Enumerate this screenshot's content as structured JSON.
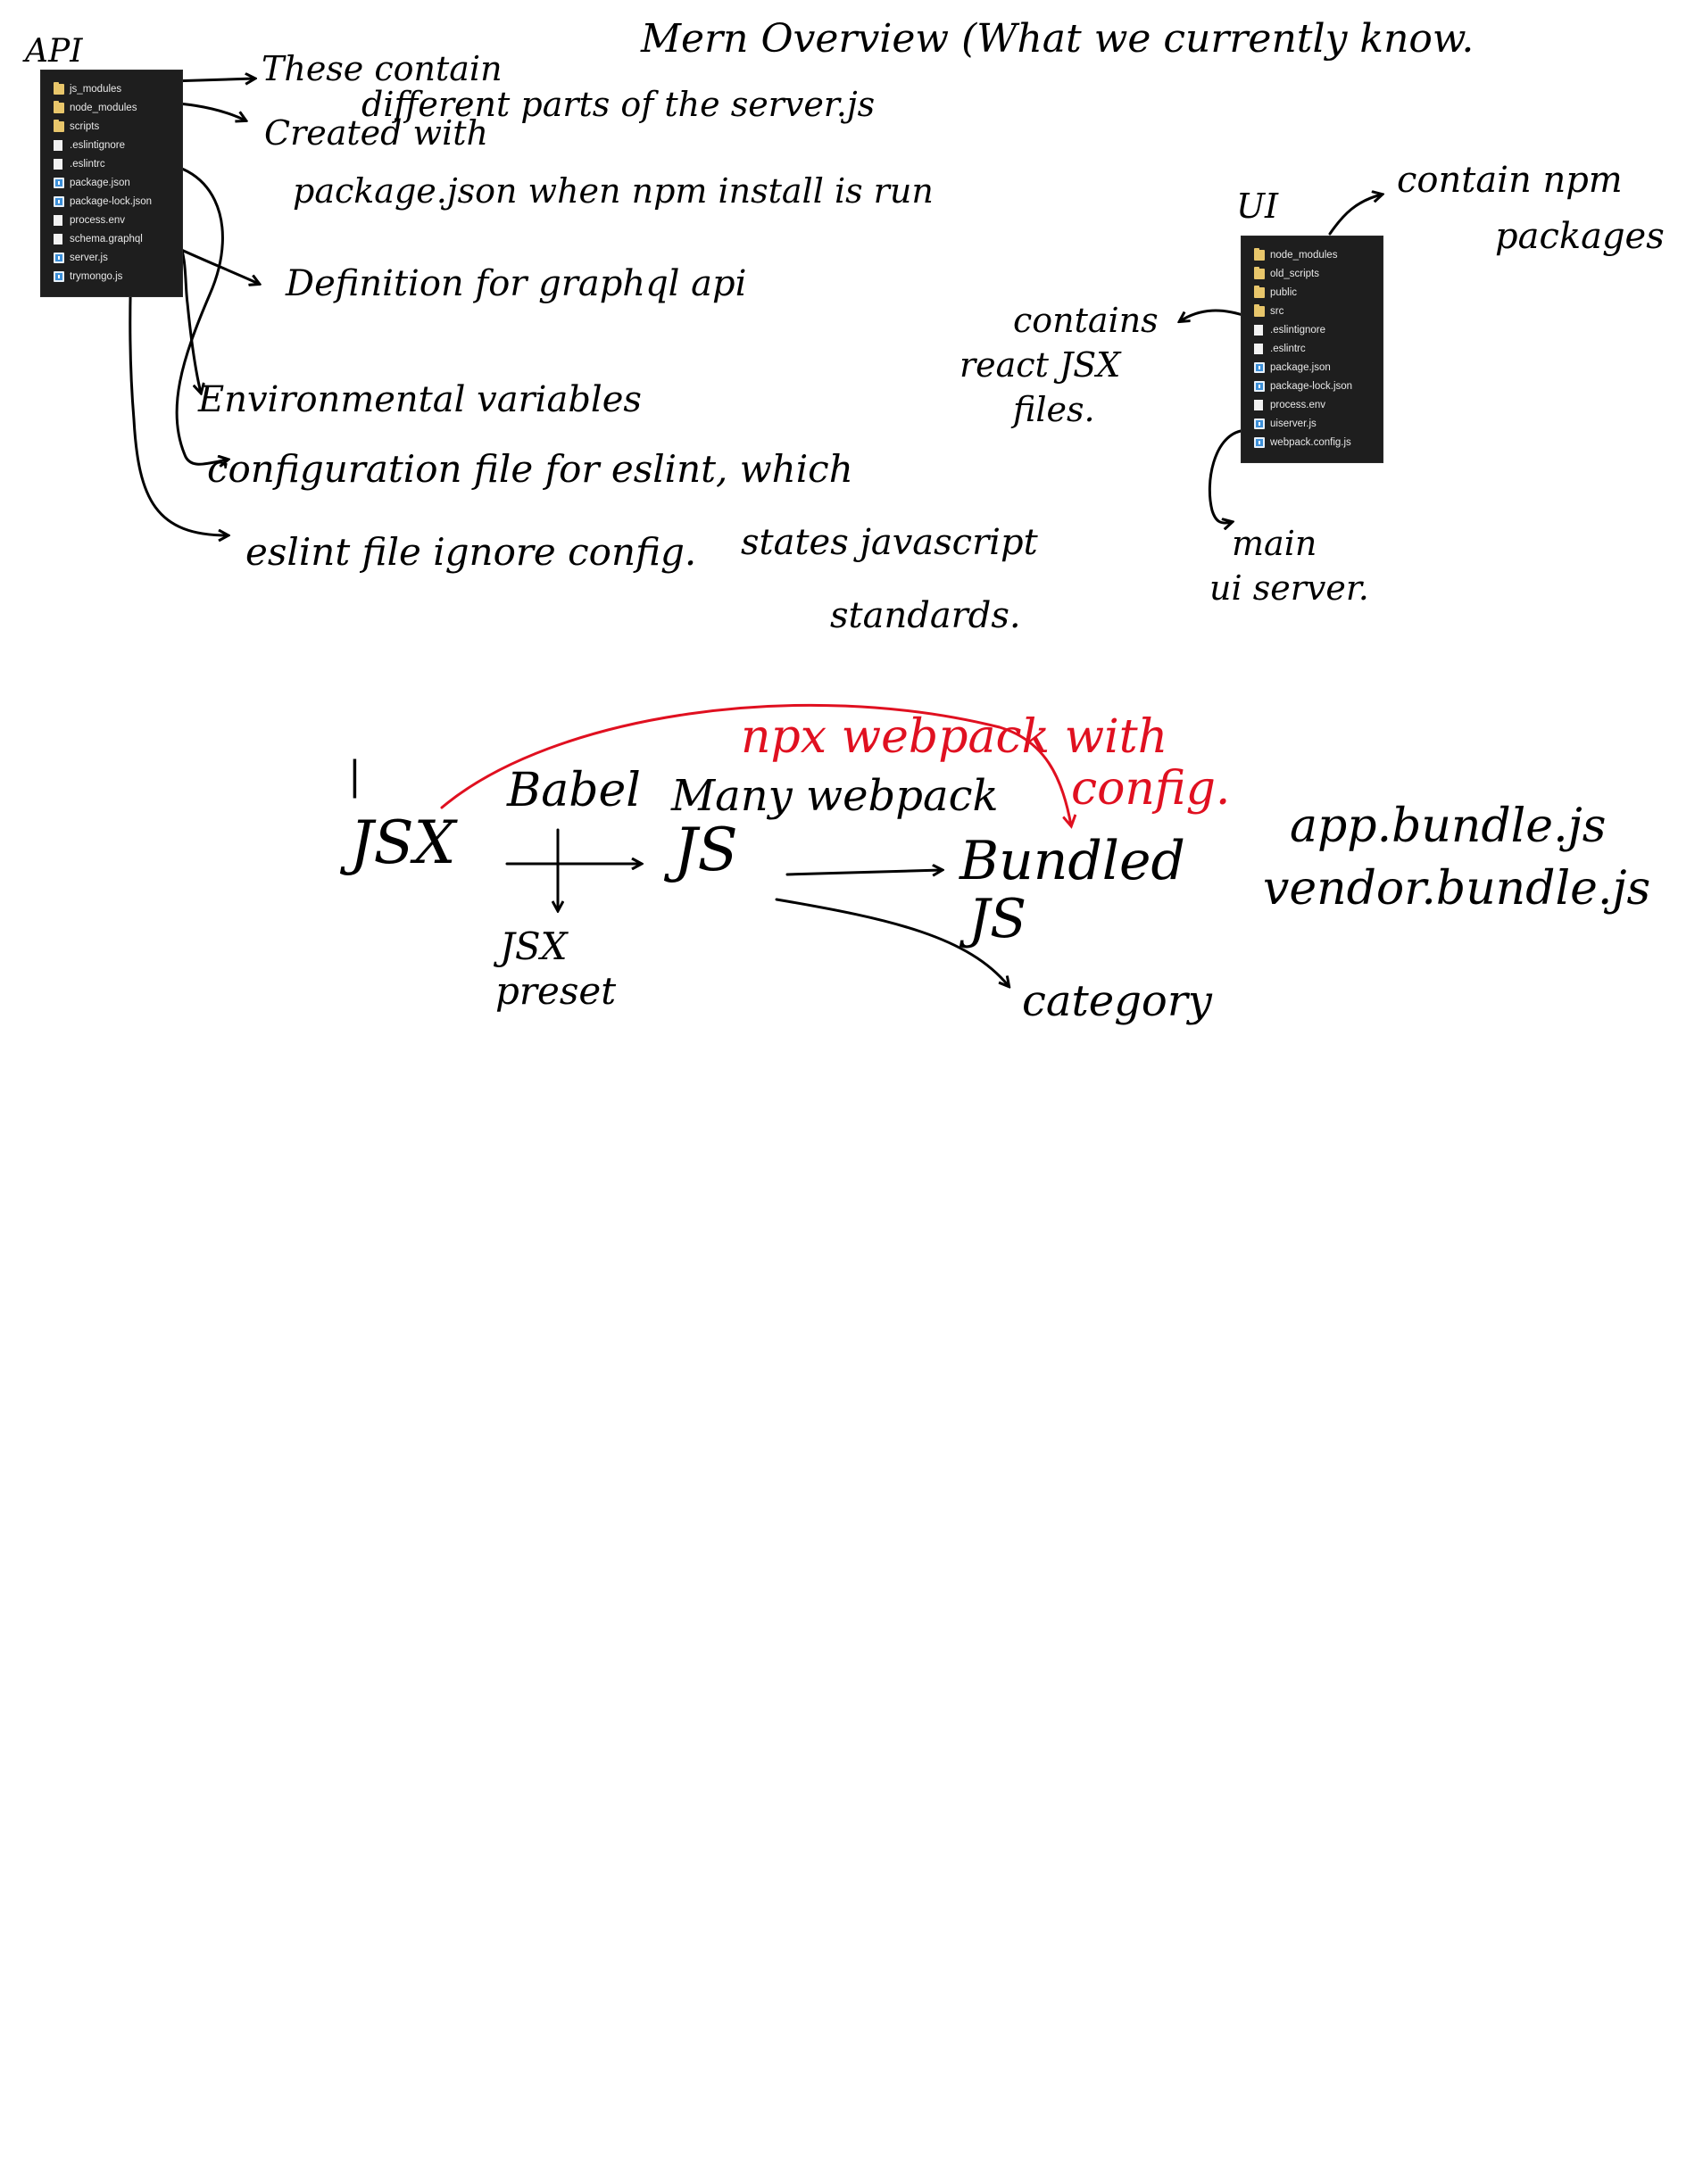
{
  "title": "Mern Overview (What we currently know.",
  "api": {
    "label": "API",
    "files": [
      {
        "name": "js_modules",
        "icon": "folder-icon"
      },
      {
        "name": "node_modules",
        "icon": "folder-icon"
      },
      {
        "name": "scripts",
        "icon": "folder-icon"
      },
      {
        "name": ".eslintignore",
        "icon": "file-icon"
      },
      {
        "name": ".eslintrc",
        "icon": "file-icon"
      },
      {
        "name": "package.json",
        "icon": "js-file-icon"
      },
      {
        "name": "package-lock.json",
        "icon": "js-file-icon"
      },
      {
        "name": "process.env",
        "icon": "file-icon"
      },
      {
        "name": "schema.graphql",
        "icon": "file-icon"
      },
      {
        "name": "server.js",
        "icon": "js-file-icon"
      },
      {
        "name": "trymongo.js",
        "icon": "js-file-icon"
      }
    ]
  },
  "ui": {
    "label": "UI",
    "files": [
      {
        "name": "node_modules",
        "icon": "folder-icon"
      },
      {
        "name": "old_scripts",
        "icon": "folder-icon"
      },
      {
        "name": "public",
        "icon": "folder-icon"
      },
      {
        "name": "src",
        "icon": "folder-icon"
      },
      {
        "name": ".eslintignore",
        "icon": "file-icon"
      },
      {
        "name": ".eslintrc",
        "icon": "file-icon"
      },
      {
        "name": "package.json",
        "icon": "js-file-icon"
      },
      {
        "name": "package-lock.json",
        "icon": "js-file-icon"
      },
      {
        "name": "process.env",
        "icon": "file-icon"
      },
      {
        "name": "uiserver.js",
        "icon": "js-file-icon"
      },
      {
        "name": "webpack.config.js",
        "icon": "js-file-icon"
      }
    ]
  },
  "notes": {
    "js_modules_1": "These contain",
    "js_modules_2": "different parts of the server.js",
    "node_modules_1": "Created with",
    "node_modules_2": "package.json when npm install is run",
    "schema": "Definition for graphql api",
    "env": "Environmental variables",
    "eslintrc_1": "configuration file for eslint, which",
    "eslintrc_2": "states javascript",
    "eslintrc_3": "standards.",
    "eslintignore": "eslint file ignore config.",
    "ui_node_1": "contain npm",
    "ui_node_2": "packages",
    "ui_src_1": "contains",
    "ui_src_2": "react JSX",
    "ui_src_3": "files.",
    "ui_server_1": "main",
    "ui_server_2": "ui server."
  },
  "pipeline": {
    "tick": "|",
    "jsx": "JSX",
    "babel": "Babel",
    "preset_1": "JSX",
    "preset_2": "preset",
    "js": "JS",
    "many_webpack": "Many webpack",
    "bundled_1": "Bundled",
    "bundled_2": "JS",
    "npx_1": "npx webpack with",
    "npx_2": "config.",
    "category": "category",
    "app_bundle": "app.bundle.js",
    "vendor_bundle": "vendor.bundle.js"
  },
  "colors": {
    "ink": "#000000",
    "red_ink": "#e01020",
    "panel": "#1e1e1e"
  }
}
